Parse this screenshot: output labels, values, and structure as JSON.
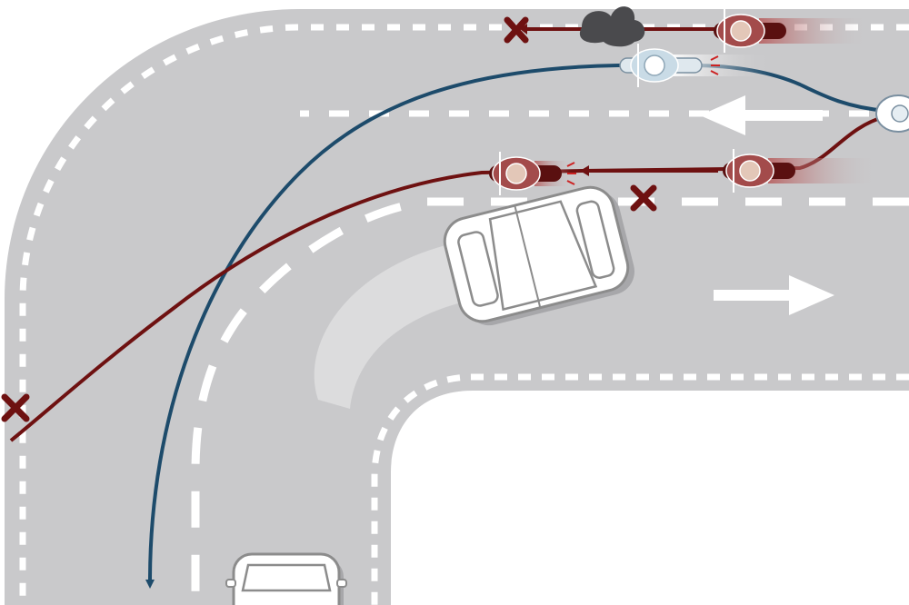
{
  "diagram": {
    "colors": {
      "road": "#c9c9cb",
      "road_shadow": "#b8b8bb",
      "lane_marking": "#ffffff",
      "correct_path": "#1d4b6b",
      "wrong_path": "#6e1111",
      "wrong_rider": "#7a1a1a",
      "correct_rider": "#c9dbe6",
      "vehicle_fill": "#ffffff",
      "vehicle_outline": "#8c8c8c"
    },
    "paths": [
      {
        "id": "correct-line",
        "kind": "correct",
        "description_icon": "arrow-down-icon"
      },
      {
        "id": "wrong-line-wide",
        "kind": "wrong",
        "end_icon": "cross-icon"
      },
      {
        "id": "wrong-line-top",
        "kind": "wrong",
        "end_icon": "cross-icon"
      },
      {
        "id": "wrong-line-middle",
        "kind": "wrong",
        "end_icon": "cross-icon"
      }
    ],
    "direction_arrows": [
      {
        "id": "lane-arrow-left",
        "direction": "left"
      },
      {
        "id": "lane-arrow-right",
        "direction": "right"
      }
    ],
    "vehicles": [
      {
        "id": "car-on-curve",
        "type": "car"
      },
      {
        "id": "car-bottom",
        "type": "car"
      },
      {
        "id": "motorcycle-top-red",
        "type": "motorcycle",
        "kind": "wrong"
      },
      {
        "id": "motorcycle-mid-red-front",
        "type": "motorcycle",
        "kind": "wrong"
      },
      {
        "id": "motorcycle-mid-red-back",
        "type": "motorcycle",
        "kind": "wrong"
      },
      {
        "id": "motorcycle-top-blue",
        "type": "motorcycle",
        "kind": "correct"
      },
      {
        "id": "motorcycle-right-edge",
        "type": "motorcycle",
        "kind": "correct"
      }
    ]
  }
}
